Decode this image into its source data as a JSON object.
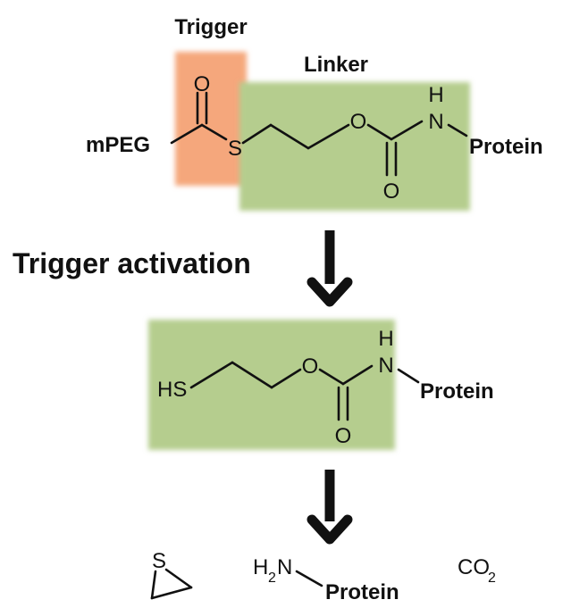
{
  "labels": {
    "trigger": "Trigger",
    "linker": "Linker",
    "trigger_activation": "Trigger activation"
  },
  "top_molecule": {
    "mpeg": "mPEG",
    "o_carbonyl": "O",
    "s": "S",
    "o_ester": "O",
    "h": "H",
    "n": "N",
    "protein": "Protein",
    "o_bottom": "O"
  },
  "middle_molecule": {
    "hs": "HS",
    "o_ester": "O",
    "h": "H",
    "n": "N",
    "protein": "Protein",
    "o_bottom": "O"
  },
  "products": {
    "thiirane_s": "S",
    "h2n_h": "H",
    "h2n_sub": "2",
    "h2n_n": "N",
    "protein": "Protein",
    "co2_co": "CO",
    "co2_sub": "2"
  },
  "colors": {
    "trigger_highlight": "#f5a77c",
    "linker_highlight": "#b5cd8e",
    "ink": "#111111"
  }
}
